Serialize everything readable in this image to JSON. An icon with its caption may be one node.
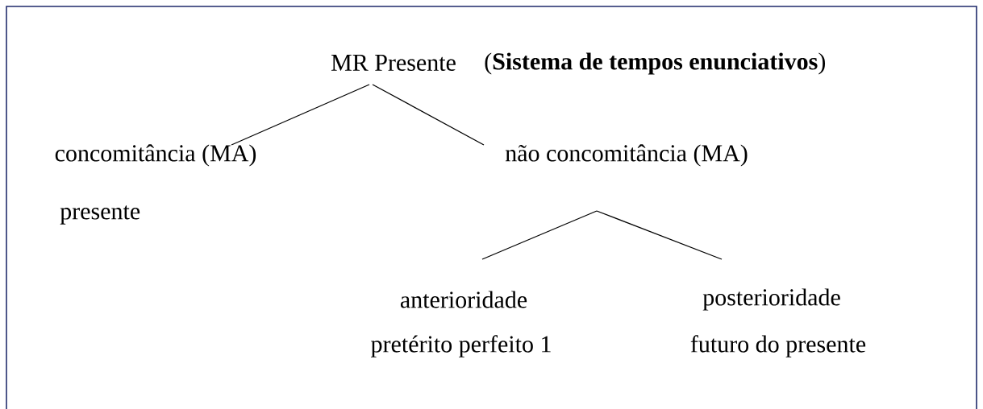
{
  "diagram": {
    "nodes": [
      {
        "text": [
          "MR Presente"
        ],
        "beside": [
          "(**Sistema de tempos enunciativos**)"
        ]
      },
      {
        "text": [
          "concomitância (MA)",
          "presente"
        ]
      },
      {
        "text": [
          "não concomitância (MA)"
        ]
      },
      {
        "text": [
          "anterioridade",
          "pretérito perfeito 1"
        ]
      },
      {
        "text": [
          "posterioridade",
          "futuro do presente"
        ]
      }
    ],
    "edges": [
      {
        "from": 0,
        "to": 1,
        "arrow": "none"
      },
      {
        "from": 0,
        "to": 2,
        "arrow": "none"
      },
      {
        "from": 2,
        "to": 3,
        "arrow": "none"
      },
      {
        "from": 2,
        "to": 4,
        "arrow": "none"
      }
    ]
  }
}
